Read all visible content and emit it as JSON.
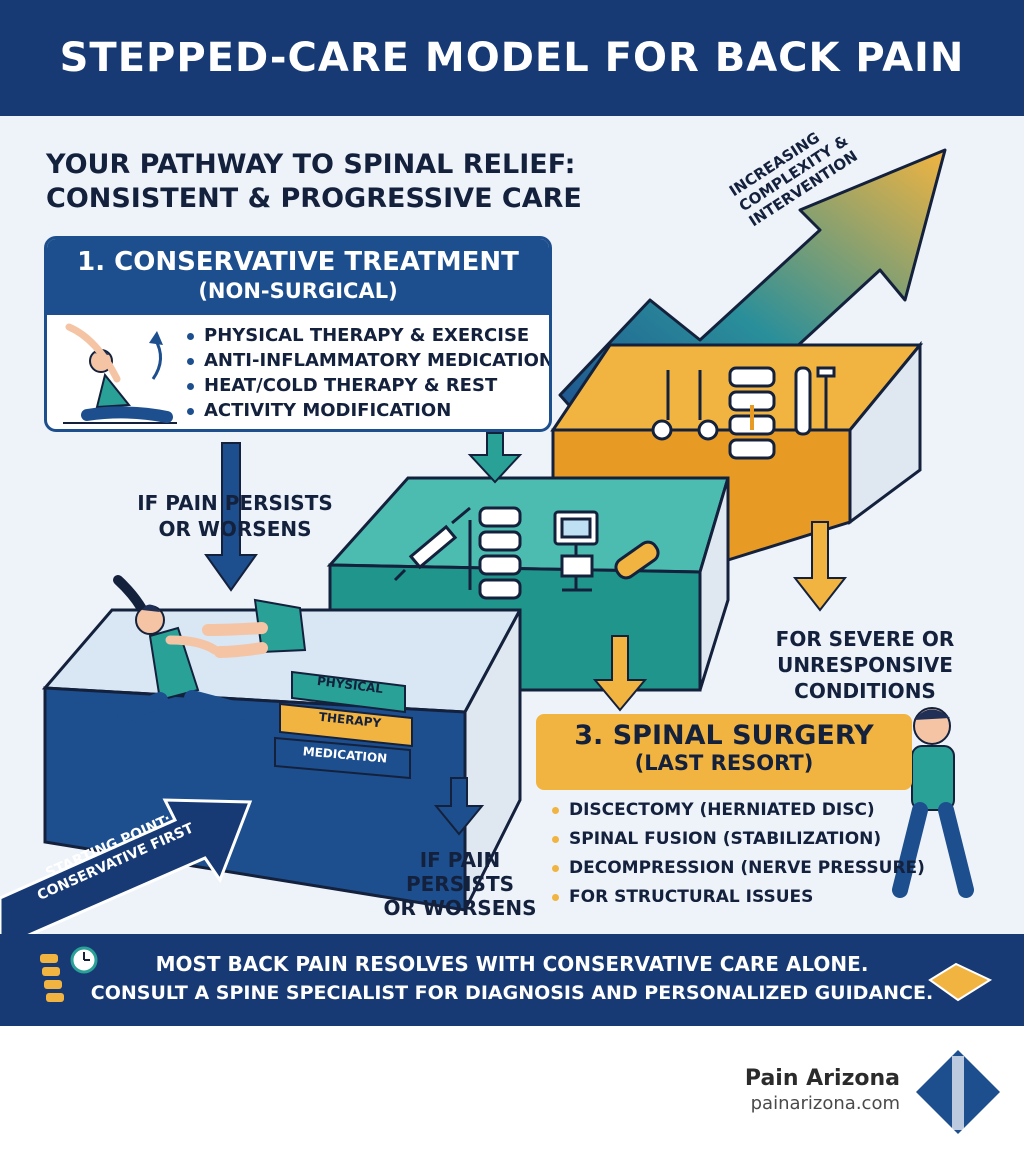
{
  "header": {
    "title": "STEPPED-CARE MODEL FOR BACK PAIN"
  },
  "subtitle": {
    "line1": "YOUR PATHWAY TO SPINAL RELIEF:",
    "line2": "CONSISTENT & PROGRESSIVE CARE"
  },
  "step1": {
    "title": "1. CONSERVATIVE TREATMENT",
    "subtitle": "(NON-SURGICAL)",
    "items": [
      "PHYSICAL THERAPY & EXERCISE",
      "ANTI-INFLAMMATORY MEDICATIONS",
      "HEAT/COLD THERAPY & REST",
      "ACTIVITY MODIFICATION"
    ]
  },
  "trend_arrow": {
    "line1": "INCREASING",
    "line2": "COMPLEXITY &",
    "line3": "INTERVENTION"
  },
  "transition_1": {
    "line1": "IF PAIN PERSISTS",
    "line2": "OR WORSENS"
  },
  "transition_2": {
    "line1": "IF PAIN",
    "line2": "PERSISTS",
    "line3": "OR WORSENS"
  },
  "transition_3": {
    "line1": "FOR SEVERE OR",
    "line2": "UNRESPONSIVE CONDITIONS"
  },
  "books": [
    "PHYSICAL",
    "THERAPY",
    "MEDICATION"
  ],
  "start_point": {
    "line1": "STARTING POINT:",
    "line2": "CONSERVATIVE FIRST"
  },
  "step3": {
    "title": "3. SPINAL SURGERY",
    "subtitle": "(LAST RESORT)",
    "items": [
      "DISCECTOMY (HERNIATED DISC)",
      "SPINAL FUSION (STABILIZATION)",
      "DECOMPRESSION (NERVE PRESSURE)",
      "FOR STRUCTURAL ISSUES"
    ]
  },
  "footer": {
    "line1": "MOST BACK PAIN RESOLVES WITH CONSERVATIVE CARE ALONE.",
    "line2": "CONSULT A SPINE SPECIALIST FOR DIAGNOSIS AND PERSONALIZED GUIDANCE."
  },
  "brand": {
    "name": "Pain Arizona",
    "url": "painarizona.com"
  },
  "colors": {
    "navy": "#173a74",
    "blue": "#1d4f8f",
    "teal": "#2aa197",
    "orange": "#f2b440",
    "dark": "#14213d"
  },
  "icons": [
    "stretch-figure-icon",
    "syringe-icon",
    "spine-icon",
    "monitor-icon",
    "bandage-icon",
    "scissors-icon",
    "screw-icon",
    "walking-man-icon",
    "clock-icon",
    "handshake-icon",
    "brand-logo-icon"
  ]
}
